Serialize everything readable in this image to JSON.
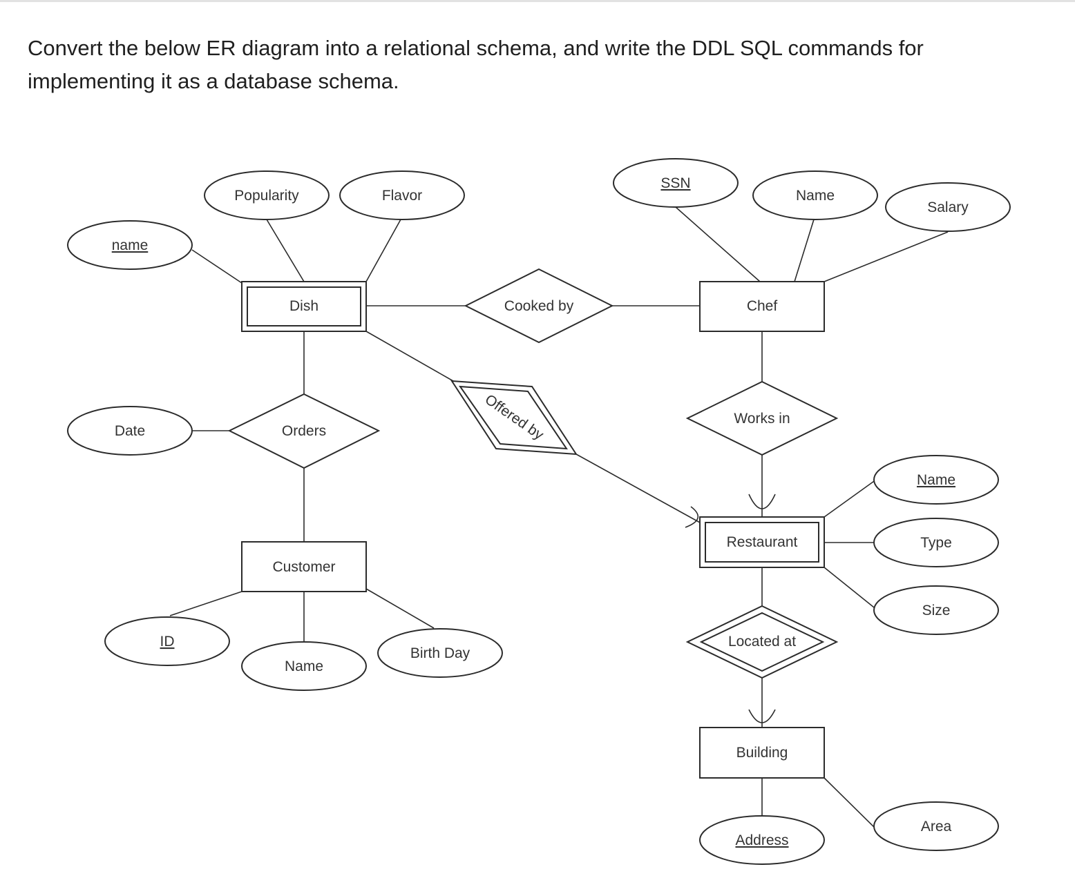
{
  "question": "Convert the below ER diagram into a relational schema, and write the DDL SQL commands for implementing it as a database schema.",
  "diagram": {
    "entities": {
      "dish": "Dish",
      "chef": "Chef",
      "customer": "Customer",
      "restaurant": "Restaurant",
      "building": "Building"
    },
    "relationships": {
      "cooked_by": "Cooked by",
      "offered_by": "Offered by",
      "orders": "Orders",
      "works_in": "Works in",
      "located_at": "Located at"
    },
    "attributes": {
      "dish_name": "name",
      "popularity": "Popularity",
      "flavor": "Flavor",
      "ssn": "SSN",
      "chef_name": "Name",
      "salary": "Salary",
      "order_date": "Date",
      "restaurant_name": "Name",
      "type": "Type",
      "size": "Size",
      "customer_id": "ID",
      "customer_name": "Name",
      "birth_day": "Birth Day",
      "address": "Address",
      "area": "Area"
    }
  }
}
